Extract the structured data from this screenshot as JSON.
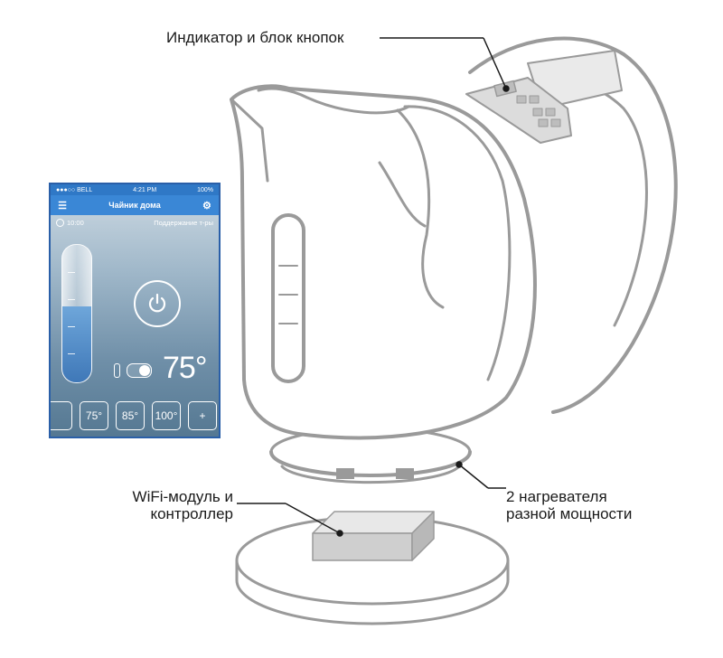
{
  "callouts": {
    "indicator": "Индикатор и блок кнопок",
    "wifi_line1": "WiFi-модуль и",
    "wifi_line2": "контроллер",
    "heaters_line1": "2 нагревателя",
    "heaters_line2": "разной мощности"
  },
  "phone": {
    "status": {
      "carrier": "●●●○○ BELL",
      "time": "4:21 PM",
      "battery": "100%"
    },
    "header": {
      "title": "Чайник дома",
      "menu_icon": "hamburger-icon",
      "settings_icon": "gear-icon"
    },
    "timer": "10:00",
    "mode": "Поддержание т-ры",
    "temperature": "75°",
    "water_level": 0.55,
    "presets": [
      "",
      "75°",
      "85°",
      "100°",
      "+"
    ],
    "colors": {
      "statusbar": "#2f78c6",
      "navbar": "#3a87d6",
      "frame": "#2a5fa8"
    }
  }
}
